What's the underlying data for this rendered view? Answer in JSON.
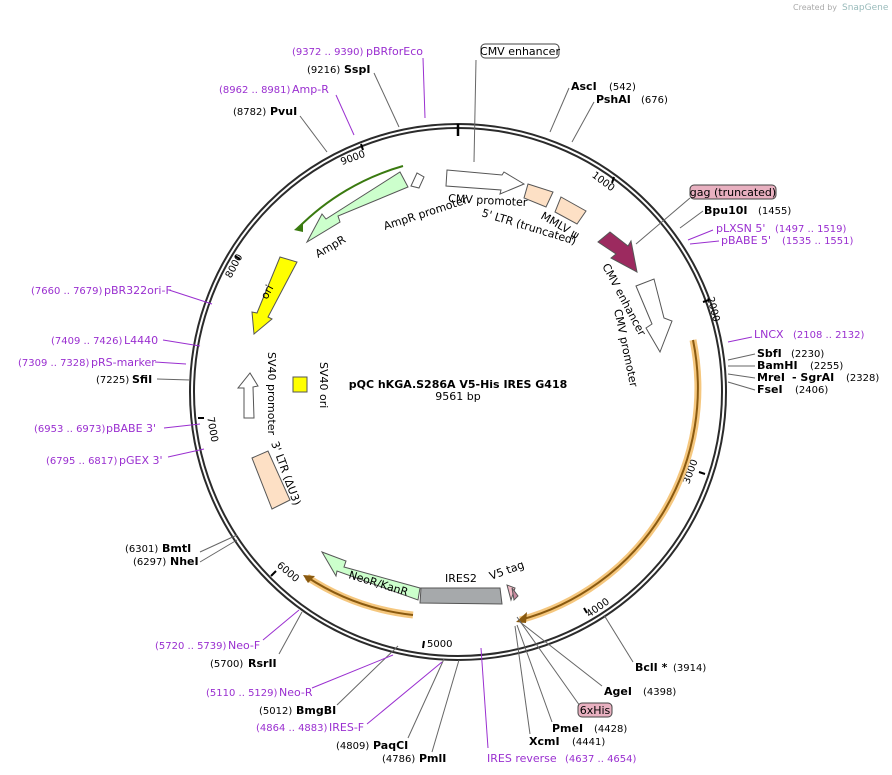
{
  "brand": {
    "created_by": "Created by",
    "logo": "SnapGene"
  },
  "plasmid": {
    "name": "pQC hKGA.S286A V5-His IRES G418",
    "size": "9561 bp"
  },
  "ticks": [
    "1000",
    "2000",
    "3000",
    "4000",
    "5000",
    "6000",
    "7000",
    "8000",
    "9000"
  ],
  "features_boxed": {
    "cmv_enhancer_top": "CMV enhancer",
    "gag": "gag (truncated)",
    "his": "6xHis"
  },
  "features": {
    "cmv_promoter": "CMV promoter",
    "ltr5": "5' LTR (truncated)",
    "mmlv": "MMLV ψ",
    "cmv_enhancer": "CMV enhancer",
    "cmv_promoter2": "CMV promoter",
    "ampr_promoter": "AmpR promoter",
    "ampr": "AmpR",
    "ori": "ori",
    "sv40_promoter": "SV40 promoter",
    "sv40_ori": "SV40 ori",
    "ltr3": "3' LTR (ΔU3)",
    "neo": "NeoR/KanR",
    "ires2": "IRES2",
    "v5": "V5 tag"
  },
  "sites": {
    "asci": {
      "name": "AscI",
      "pos": "(542)"
    },
    "pshai": {
      "name": "PshAI",
      "pos": "(676)"
    },
    "bpu10i": {
      "name": "Bpu10I",
      "pos": "(1455)"
    },
    "sbfi": {
      "name": "SbfI",
      "pos": "(2230)"
    },
    "bamhi": {
      "name": "BamHI",
      "pos": "(2255)"
    },
    "mrei": {
      "name": "MreI",
      "sep": "- SgrAI",
      "pos": "(2328)"
    },
    "fsei": {
      "name": "FseI",
      "pos": "(2406)"
    },
    "bcli": {
      "name": "BclI *",
      "pos": "(3914)"
    },
    "agei": {
      "name": "AgeI",
      "pos": "(4398)"
    },
    "pmei": {
      "name": "PmeI",
      "pos": "(4428)"
    },
    "xcmi": {
      "name": "XcmI",
      "pos": "(4441)"
    },
    "pmli": {
      "name": "PmlI",
      "pos": "(4786)"
    },
    "paqci": {
      "name": "PaqCI",
      "pos": "(4809)"
    },
    "bmgbi": {
      "name": "BmgBI",
      "pos": "(5012)"
    },
    "rsrii": {
      "name": "RsrII",
      "pos": "(5700)"
    },
    "nhei": {
      "name": "NheI",
      "pos": "(6297)"
    },
    "bmti": {
      "name": "BmtI",
      "pos": "(6301)"
    },
    "sfii": {
      "name": "SfiI",
      "pos": "(7225)"
    },
    "pvui": {
      "name": "PvuI",
      "pos": "(8782)"
    },
    "sspi": {
      "name": "SspI",
      "pos": "(9216)"
    }
  },
  "primers": {
    "pbrforeco": {
      "name": "pBRforEco",
      "range": "(9372 .. 9390)"
    },
    "ampr": {
      "name": "Amp-R",
      "range": "(8962 .. 8981)"
    },
    "plxsn5": {
      "name": "pLXSN 5'",
      "range": "(1497 .. 1519)"
    },
    "pbabe5": {
      "name": "pBABE 5'",
      "range": "(1535 .. 1551)"
    },
    "lncx": {
      "name": "LNCX",
      "range": "(2108 .. 2132)"
    },
    "pbr322ori": {
      "name": "pBR322ori-F",
      "range": "(7660 .. 7679)"
    },
    "l4440": {
      "name": "L4440",
      "range": "(7409 .. 7426)"
    },
    "prs": {
      "name": "pRS-marker",
      "range": "(7309 .. 7328)"
    },
    "pbabe3": {
      "name": "pBABE 3'",
      "range": "(6953 .. 6973)"
    },
    "pgex3": {
      "name": "pGEX 3'",
      "range": "(6795 .. 6817)"
    },
    "neof": {
      "name": "Neo-F",
      "range": "(5720 .. 5739)"
    },
    "neor": {
      "name": "Neo-R",
      "range": "(5110 .. 5129)"
    },
    "iresf": {
      "name": "IRES-F",
      "range": "(4864 .. 4883)"
    },
    "iresrev": {
      "name": "IRES reverse",
      "range": "(4637 .. 4654)"
    }
  },
  "colors": {
    "backbone": "#2b2b2b",
    "primer": "#9a2fd0",
    "ampr": "#ccffcc",
    "ori": "#ffff00",
    "ltr": "#fde0c5",
    "cmv_enh": "#9c2a5f",
    "ires": "#a6a9ab",
    "orf": "#f5c77e"
  }
}
